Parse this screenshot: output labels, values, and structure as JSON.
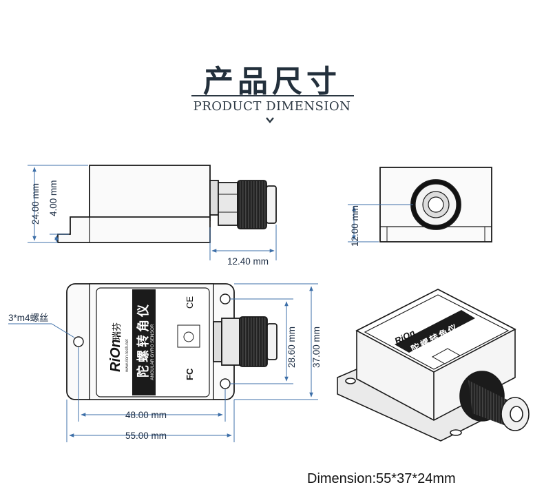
{
  "header": {
    "title_cn": "产品尺寸",
    "title_en": "PRODUCT DIMENSION"
  },
  "dimensions": {
    "height_total": "24.00 mm",
    "base_height": "4.00 mm",
    "connector_length": "12.40 mm",
    "connector_height": "12.00 mm",
    "mount_hole_note": "3*m4螺丝",
    "hole_pitch": "28.60 mm",
    "width_total": "37.00 mm",
    "hole_span": "48.00 mm",
    "length_total": "55.00 mm"
  },
  "label": {
    "brand": "RiOn",
    "brand_cn": "瑞芬",
    "url": "www.rion-tech.net",
    "product_cn": "陀螺转角仪",
    "product_en": "ANGULAR GYRO SENSOR",
    "ce_mark": "CE",
    "fc_mark": "FC"
  },
  "footer": {
    "dimension_text": "Dimension:55*37*24mm"
  },
  "colors": {
    "dimension_line": "#3d6fa8",
    "outline": "#1a1a1a",
    "title": "#23303c"
  }
}
